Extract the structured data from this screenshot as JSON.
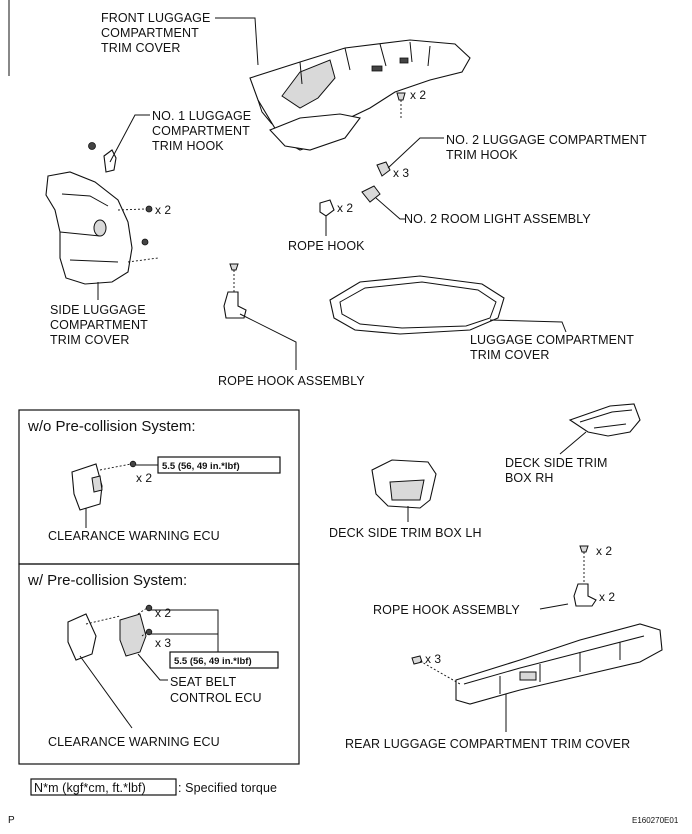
{
  "labels": {
    "front_trim": [
      "FRONT LUGGAGE",
      "COMPARTMENT",
      "TRIM COVER"
    ],
    "no1_hook": [
      "NO. 1 LUGGAGE",
      "COMPARTMENT",
      "TRIM HOOK"
    ],
    "no2_hook": [
      "NO. 2 LUGGAGE COMPARTMENT",
      "TRIM HOOK"
    ],
    "no2_room_light": "NO. 2 ROOM LIGHT ASSEMBLY",
    "rope_hook": "ROPE HOOK",
    "side_trim": [
      "SIDE LUGGAGE",
      "COMPARTMENT",
      "TRIM COVER"
    ],
    "luggage_trim": [
      "LUGGAGE COMPARTMENT",
      "TRIM COVER"
    ],
    "rope_hook_assy_1": "ROPE HOOK ASSEMBLY",
    "deck_rh": [
      "DECK SIDE TRIM",
      "BOX RH"
    ],
    "deck_lh": "DECK SIDE TRIM BOX LH",
    "rope_hook_assy_2": "ROPE HOOK ASSEMBLY",
    "rear_trim": "REAR LUGGAGE COMPARTMENT TRIM COVER"
  },
  "quantities": {
    "x2_front": "x 2",
    "x3_no2": "x 3",
    "x2_rope": "x 2",
    "x2_side": "x 2",
    "x2_wo": "x 2",
    "x2_w_a": "x 2",
    "x3_w_b": "x 3",
    "x2_rh_a": "x 2",
    "x2_rh_b": "x 2",
    "x3_rear": "x 3"
  },
  "panel_wo": {
    "title": "w/o Pre-collision System:",
    "torque": "5.5 (56, 49 in.*lbf)",
    "ecu": "CLEARANCE WARNING ECU"
  },
  "panel_w": {
    "title": "w/ Pre-collision System:",
    "torque": "5.5 (56, 49 in.*lbf)",
    "seat_belt_ecu": [
      "SEAT BELT",
      "CONTROL ECU"
    ],
    "ecu": "CLEARANCE WARNING ECU"
  },
  "legend": {
    "key": "N*m (kgf*cm, ft.*lbf)",
    "text": ": Specified torque"
  },
  "corner": {
    "left": "P",
    "right": "E160270E01"
  }
}
